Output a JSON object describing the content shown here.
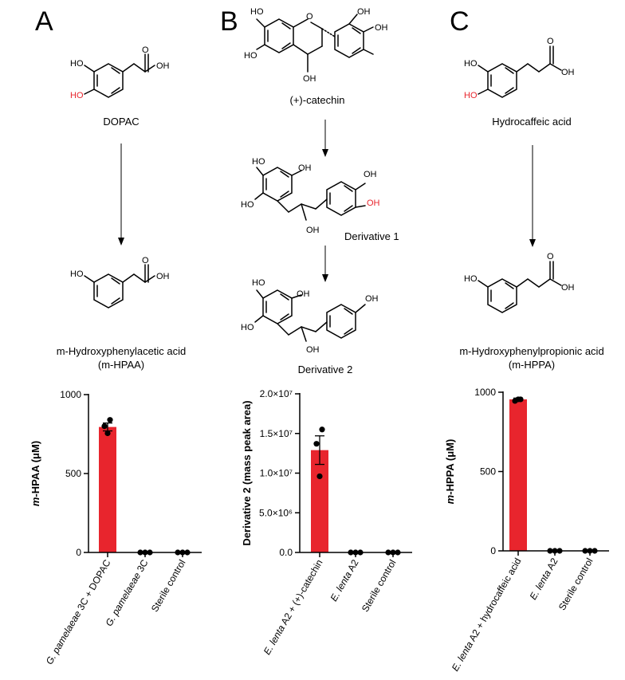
{
  "panels": [
    {
      "letter": "A",
      "compounds": [
        "DOPAC",
        "m-Hydroxyphenylacetic acid",
        "(m-HPAA)"
      ],
      "molecule_atoms": {
        "ho_a": "HO",
        "ho_red": "HO",
        "oh": "OH",
        "o": "O"
      },
      "product_atoms": {
        "ho": "HO",
        "oh": "OH",
        "o": "O"
      }
    },
    {
      "letter": "B",
      "compounds": [
        "(+)-catechin",
        "Derivative 1",
        "Derivative 2"
      ],
      "atoms": {
        "ho": "HO",
        "oh": "OH",
        "o": "O",
        "oh_red": "OH"
      }
    },
    {
      "letter": "C",
      "compounds": [
        "Hydrocaffeic acid",
        "m-Hydroxyphenylpropionic acid",
        "(m-HPPA)"
      ],
      "molecule_atoms": {
        "ho_a": "HO",
        "ho_red": "HO",
        "oh": "OH",
        "o": "O"
      },
      "product_atoms": {
        "ho": "HO",
        "oh": "OH",
        "o": "O"
      }
    }
  ],
  "colors": {
    "bar": "#e8252d",
    "highlight": "#e8252d",
    "ink": "#000000"
  },
  "chart_data": [
    {
      "type": "bar",
      "ylabel_prefix": "m",
      "ylabel_rest": "-HPAA (μM)",
      "ylim": [
        0,
        1000
      ],
      "yticks": [
        0,
        500,
        1000
      ],
      "ytick_labels": [
        "0",
        "500",
        "1000"
      ],
      "categories": [
        "G. pamelaeae 3C + DOPAC",
        "G. pamelaeae 3C",
        "Sterile control"
      ],
      "category_parts": [
        [
          {
            "t": "G. pamelaeae",
            "i": true
          },
          {
            "t": "  3C + DOPAC",
            "i": false
          }
        ],
        [
          {
            "t": "G. pamelaeae",
            "i": true
          },
          {
            "t": " 3C",
            "i": false
          }
        ],
        [
          {
            "t": "Sterile control",
            "i": false
          }
        ]
      ],
      "values": [
        795,
        0,
        0
      ],
      "errors": [
        25,
        0,
        0
      ],
      "points": [
        [
          840,
          800,
          755
        ],
        [
          0,
          0,
          0
        ],
        [
          0,
          0,
          0
        ]
      ]
    },
    {
      "type": "bar",
      "ylabel_prefix": "Derivative ",
      "ylabel_rest": "2 (mass peak area)",
      "ylim": [
        0,
        20000000
      ],
      "yticks": [
        0,
        5000000,
        10000000,
        15000000,
        20000000
      ],
      "ytick_labels": [
        "0.0",
        "5.0×10⁶",
        "1.0×10⁷",
        "1.5×10⁷",
        "2.0×10⁷"
      ],
      "categories": [
        "E. lenta A2 + (+)-catechin",
        "E. lenta A2",
        "Sterile control"
      ],
      "category_parts": [
        [
          {
            "t": "E. lenta",
            "i": true
          },
          {
            "t": " A2 + (+)-catechin",
            "i": false
          }
        ],
        [
          {
            "t": "E. lenta",
            "i": true
          },
          {
            "t": " A2",
            "i": false
          }
        ],
        [
          {
            "t": "Sterile control",
            "i": false
          }
        ]
      ],
      "values": [
        12900000,
        0,
        0
      ],
      "errors": [
        1800000,
        0,
        0
      ],
      "points": [
        [
          15500000,
          13700000,
          9600000
        ],
        [
          0,
          0,
          0
        ],
        [
          0,
          0,
          0
        ]
      ]
    },
    {
      "type": "bar",
      "ylabel_prefix": "m",
      "ylabel_rest": "-HPPA (μM)",
      "ylim": [
        0,
        1000
      ],
      "yticks": [
        0,
        500,
        1000
      ],
      "ytick_labels": [
        "0",
        "500",
        "1000"
      ],
      "categories": [
        "E. lenta A2 + hydrocaffeic acid",
        "E. lenta A2",
        "Sterile control"
      ],
      "category_parts": [
        [
          {
            "t": "E. lenta",
            "i": true
          },
          {
            "t": " A2 + hydrocaffeic acid",
            "i": false
          }
        ],
        [
          {
            "t": "E. lenta",
            "i": true
          },
          {
            "t": " A2",
            "i": false
          }
        ],
        [
          {
            "t": "Sterile control",
            "i": false
          }
        ]
      ],
      "values": [
        955,
        0,
        0
      ],
      "errors": [
        8,
        0,
        0
      ],
      "points": [
        [
          955,
          945,
          955
        ],
        [
          0,
          0,
          0
        ],
        [
          0,
          0,
          0
        ]
      ]
    }
  ]
}
